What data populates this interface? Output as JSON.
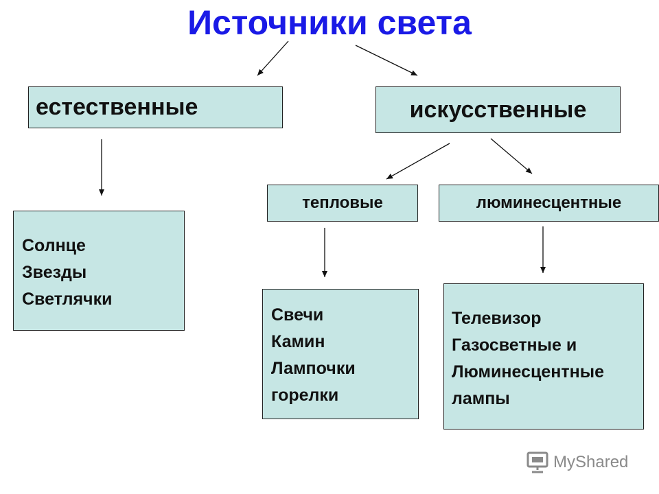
{
  "title": "Источники света",
  "categories": {
    "natural": {
      "label": "естественные",
      "items": [
        "Солнце",
        "Звезды",
        "Светлячки"
      ]
    },
    "artificial": {
      "label": "искусственные",
      "thermal": {
        "label": "тепловые",
        "items": [
          "Свечи",
          "Камин",
          "Лампочки",
          "горелки"
        ]
      },
      "luminescent": {
        "label": "люминесцентные",
        "items": [
          "Телевизор",
          "Газосветные и",
          "Люминесцентные",
          "лампы"
        ]
      }
    }
  },
  "watermark": {
    "text": "MyShared",
    "icon": "projector-icon"
  },
  "colors": {
    "title": "#1a1ae6",
    "box_fill": "#c6e6e4",
    "border": "#222222"
  }
}
